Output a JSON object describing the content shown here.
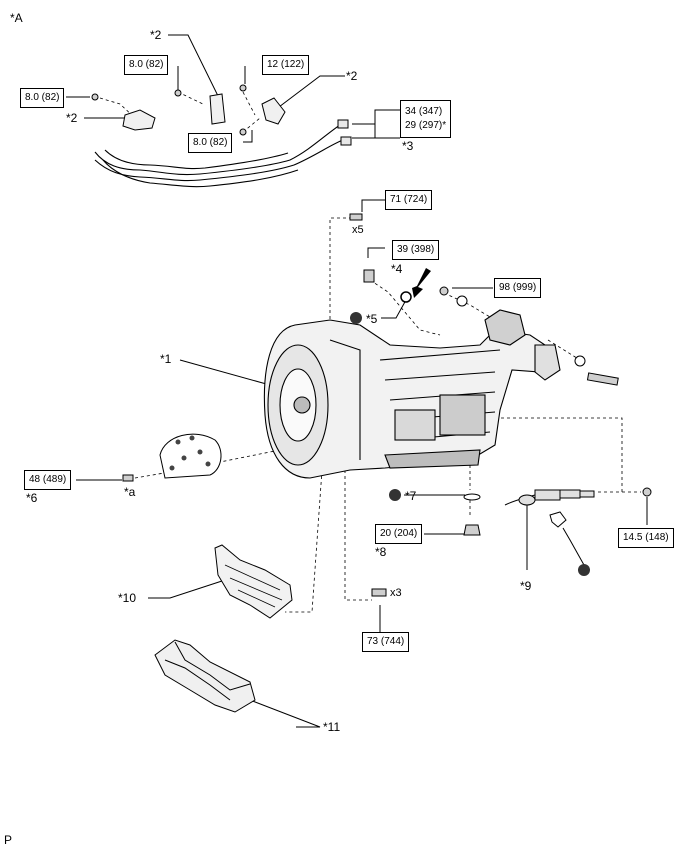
{
  "corner_label": "*A",
  "footer_label": "P",
  "callouts": {
    "c1": "*1",
    "c2a": "*2",
    "c2b": "*2",
    "c2c": "*2",
    "c3": "*3",
    "c4": "*4",
    "c5": "*5",
    "c6": "*6",
    "c7": "*7",
    "c8": "*8",
    "c9": "*9",
    "c10": "*10",
    "c11": "*11",
    "ca": "*a"
  },
  "torques": {
    "t1": "8.0 (82)",
    "t2": "8.0 (82)",
    "t3": "12 (122)",
    "t4": "8.0 (82)",
    "t5_line1": "34 (347)",
    "t5_line2": "29 (297)*",
    "t6": "71 (724)",
    "t7": "39 (398)",
    "t8": "98 (999)",
    "t9": "48 (489)",
    "t10": "20 (204)",
    "t11": "14.5 (148)",
    "t12": "73 (744)"
  },
  "quantities": {
    "q1": "x5",
    "q2": "x3"
  },
  "colors": {
    "line": "#000000",
    "part_fill": "#f2f2f2",
    "part_shade": "#bdbdbd",
    "marker": "#333333"
  }
}
